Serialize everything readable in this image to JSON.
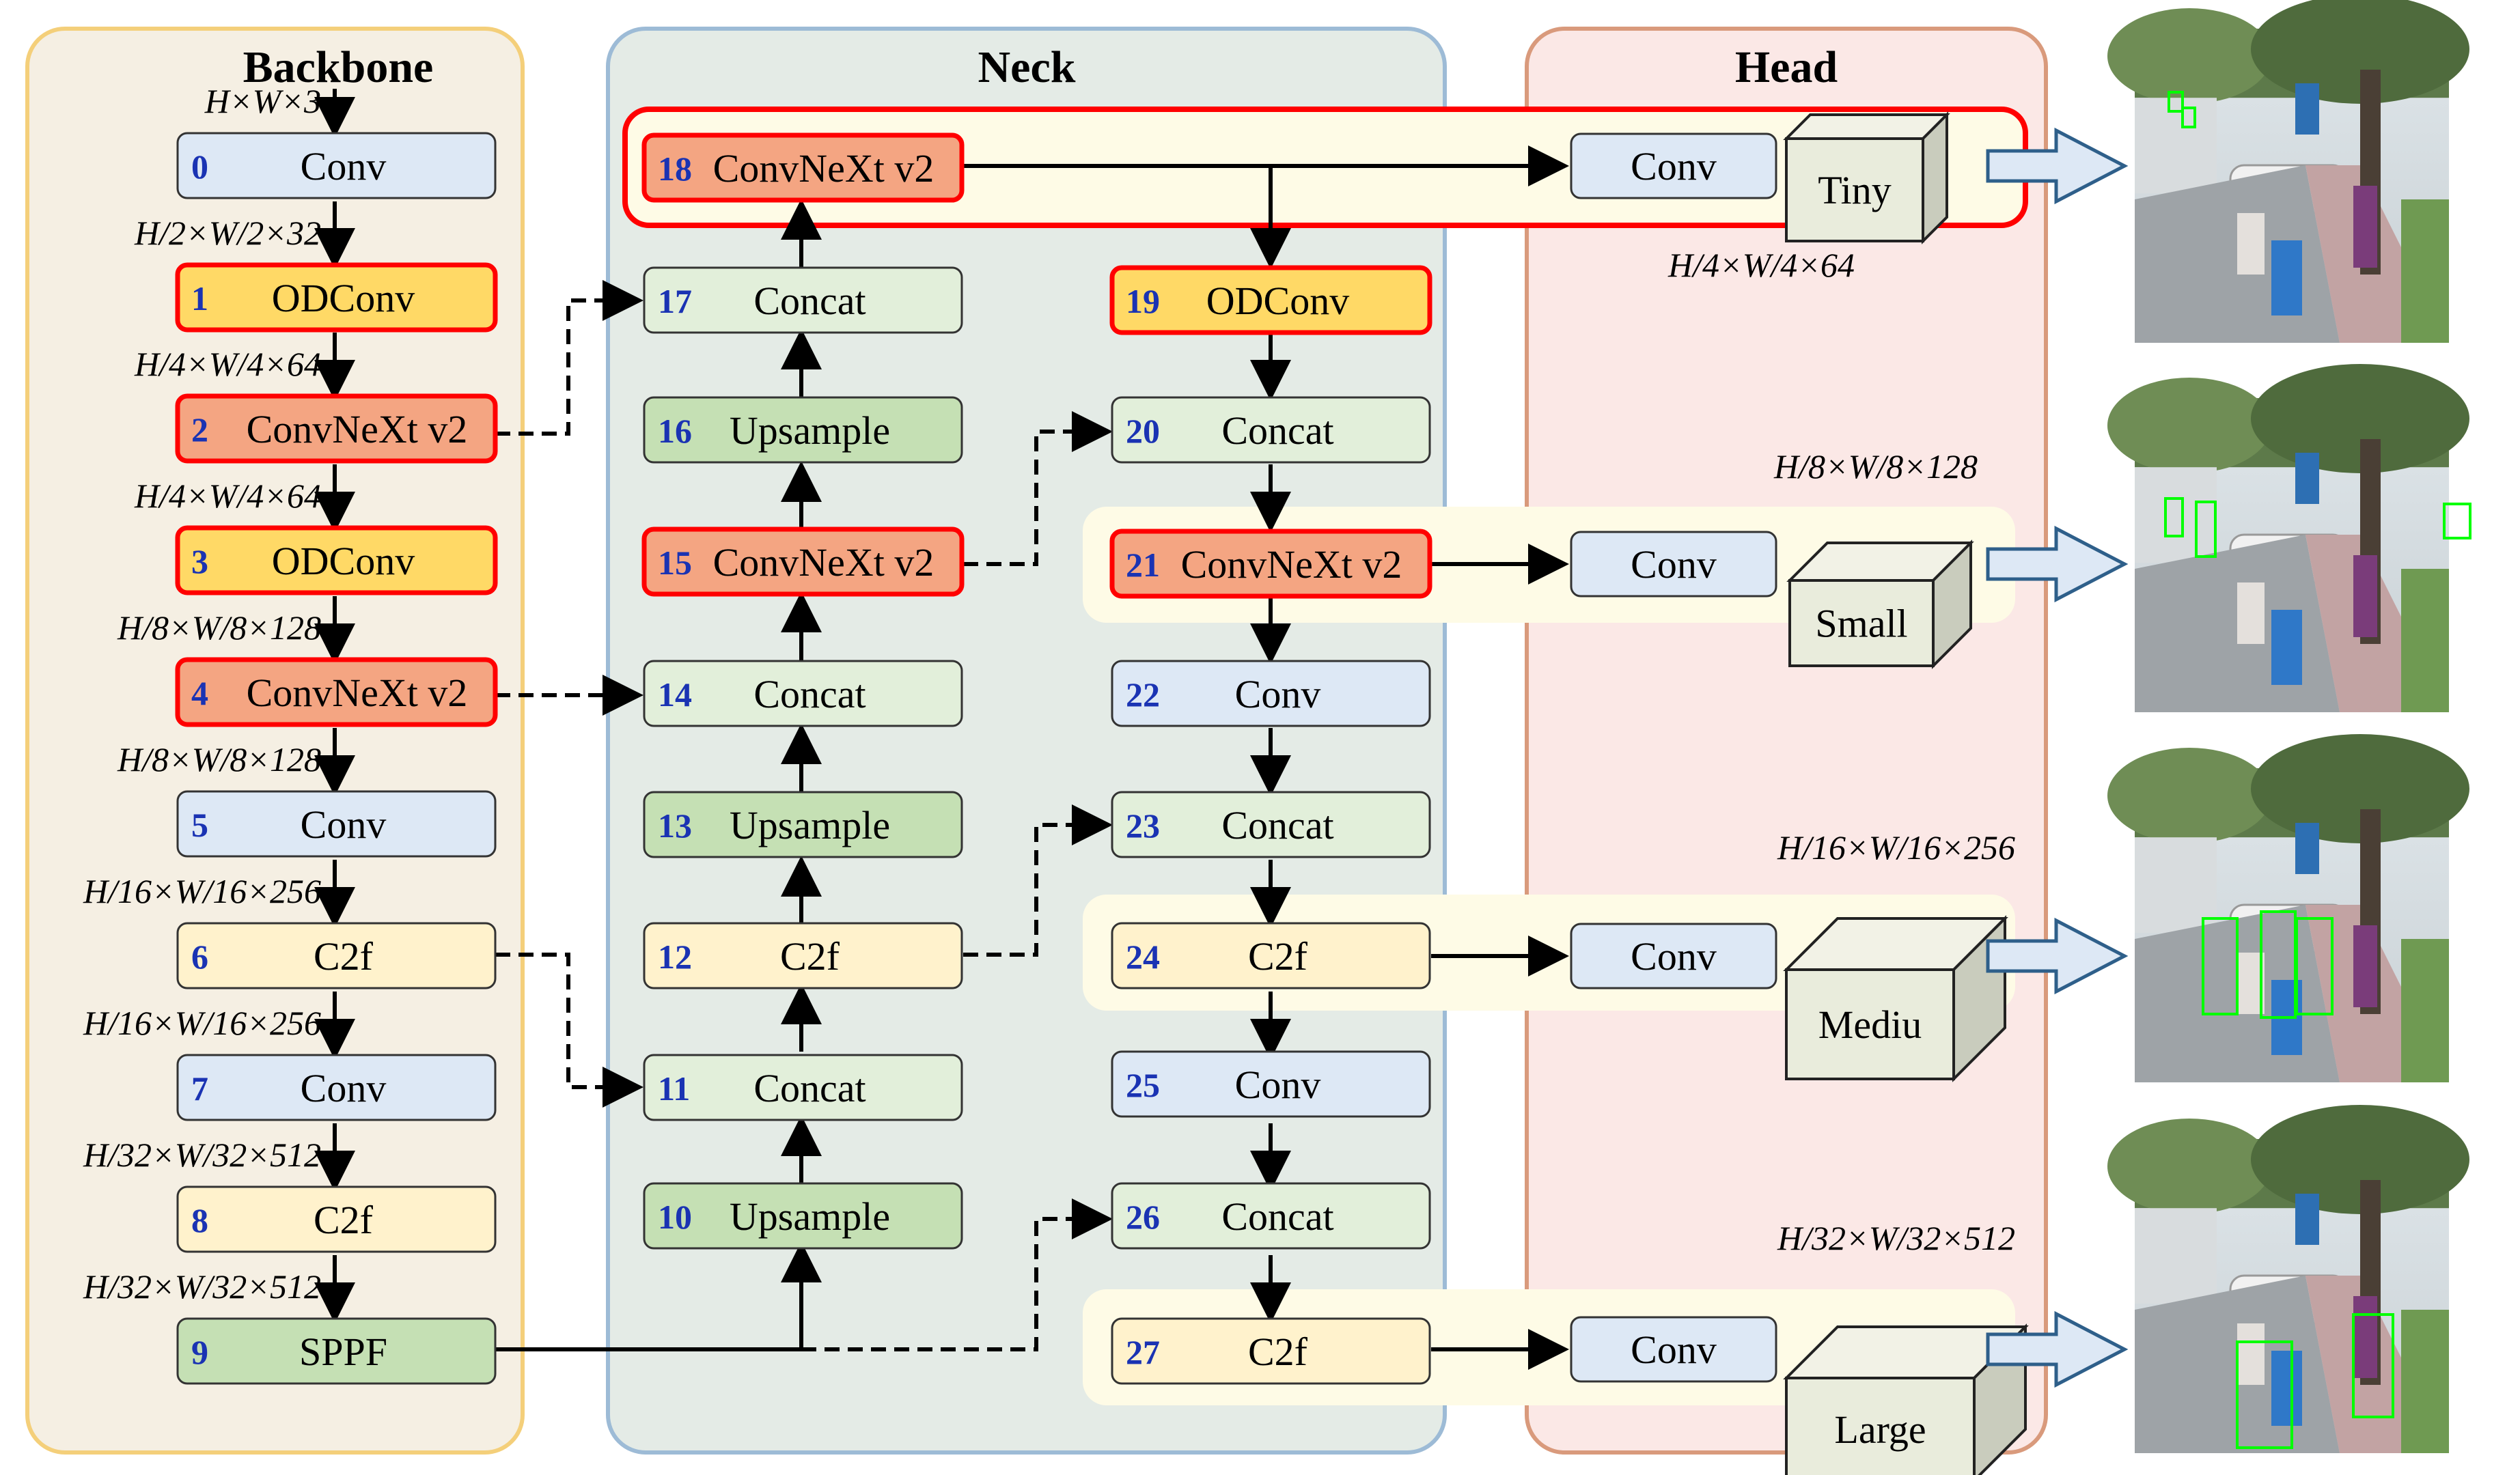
{
  "panels": {
    "backbone": "Backbone",
    "neck": "Neck",
    "head": "Head"
  },
  "nodes": [
    {
      "id": "0",
      "label": "Conv",
      "kind": "conv"
    },
    {
      "id": "1",
      "label": "ODConv",
      "kind": "odconv"
    },
    {
      "id": "2",
      "label": "ConvNeXt v2",
      "kind": "convnext"
    },
    {
      "id": "3",
      "label": "ODConv",
      "kind": "odconv"
    },
    {
      "id": "4",
      "label": "ConvNeXt v2",
      "kind": "convnext"
    },
    {
      "id": "5",
      "label": "Conv",
      "kind": "conv"
    },
    {
      "id": "6",
      "label": "C2f",
      "kind": "c2f"
    },
    {
      "id": "7",
      "label": "Conv",
      "kind": "conv"
    },
    {
      "id": "8",
      "label": "C2f",
      "kind": "c2f"
    },
    {
      "id": "9",
      "label": "SPPF",
      "kind": "sppf"
    },
    {
      "id": "10",
      "label": "Upsample",
      "kind": "upsample"
    },
    {
      "id": "11",
      "label": "Concat",
      "kind": "concat"
    },
    {
      "id": "12",
      "label": "C2f",
      "kind": "c2f"
    },
    {
      "id": "13",
      "label": "Upsample",
      "kind": "upsample"
    },
    {
      "id": "14",
      "label": "Concat",
      "kind": "concat"
    },
    {
      "id": "15",
      "label": "ConvNeXt v2",
      "kind": "convnext"
    },
    {
      "id": "16",
      "label": "Upsample",
      "kind": "upsample"
    },
    {
      "id": "17",
      "label": "Concat",
      "kind": "concat"
    },
    {
      "id": "18",
      "label": "ConvNeXt v2",
      "kind": "convnext"
    },
    {
      "id": "19",
      "label": "ODConv",
      "kind": "odconv"
    },
    {
      "id": "20",
      "label": "Concat",
      "kind": "concat"
    },
    {
      "id": "21",
      "label": "ConvNeXt v2",
      "kind": "convnext"
    },
    {
      "id": "22",
      "label": "Conv",
      "kind": "conv"
    },
    {
      "id": "23",
      "label": "Concat",
      "kind": "concat"
    },
    {
      "id": "24",
      "label": "C2f",
      "kind": "c2f"
    },
    {
      "id": "25",
      "label": "Conv",
      "kind": "conv"
    },
    {
      "id": "26",
      "label": "Concat",
      "kind": "concat"
    },
    {
      "id": "27",
      "label": "C2f",
      "kind": "c2f"
    }
  ],
  "backbone_dims": [
    "H×W×3",
    "H/2×W/2×32",
    "H/4×W/4×64",
    "H/4×W/4×64",
    "H/8×W/8×128",
    "H/8×W/8×128",
    "H/16×W/16×256",
    "H/16×W/16×256",
    "H/32×W/32×512",
    "H/32×W/32×512"
  ],
  "heads": [
    {
      "conv": "Conv",
      "cube": "Tiny",
      "dim": "H/4×W/4×64"
    },
    {
      "conv": "Conv",
      "cube": "Small",
      "dim": "H/8×W/8×128"
    },
    {
      "conv": "Conv",
      "cube": "Mediu",
      "dim": "H/16×W/16×256"
    },
    {
      "conv": "Conv",
      "cube": "Large",
      "dim": "H/32×W/32×512"
    }
  ],
  "colors": {
    "conv": "#dde8f5",
    "odconv": "#ffd966",
    "convnext": "#f4a582",
    "c2f": "#fff2cc",
    "sppf": "#c5e0b4",
    "upsample": "#c5e0b4",
    "concat": "#e2efda",
    "highlight": "#ff0000",
    "number": "#1a33b3",
    "backbone_bg": "#f5efe3",
    "backbone_border": "#f4cf7a",
    "neck_bg": "#e4ebe6",
    "neck_border": "#9dbbd6",
    "head_bg": "#fbe8e6",
    "head_border": "#d99a7c",
    "band": "#fefbe6",
    "arrow_fill": "#dde8f5",
    "arrow_stroke": "#2e5f8a",
    "detection_box": "#00ff00"
  }
}
